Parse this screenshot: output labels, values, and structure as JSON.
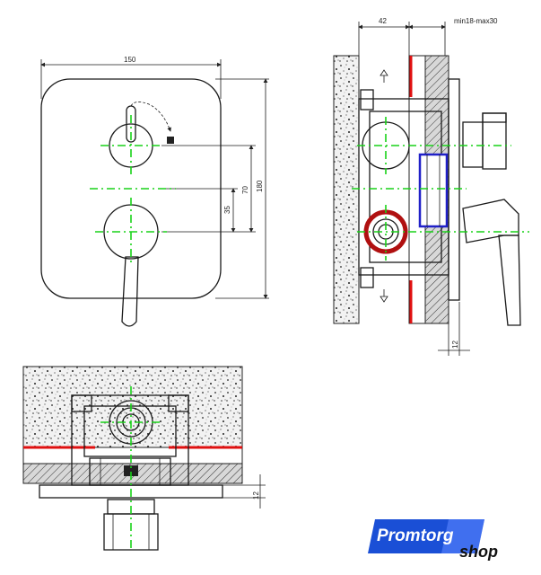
{
  "dimensions": {
    "width": "150",
    "height_total": "180",
    "center_distance": "70",
    "lower_center": "35",
    "depth": "42",
    "wall_range": "min18-max30",
    "side_offset": "12",
    "bottom_offset": "12"
  },
  "logo": {
    "brand": "Promtorg",
    "suffix": "shop"
  },
  "colors": {
    "centerline": "#19d219",
    "seal": "#e01010",
    "cartridge": "#2020c8",
    "logo_blue": "#1a4fd6"
  }
}
